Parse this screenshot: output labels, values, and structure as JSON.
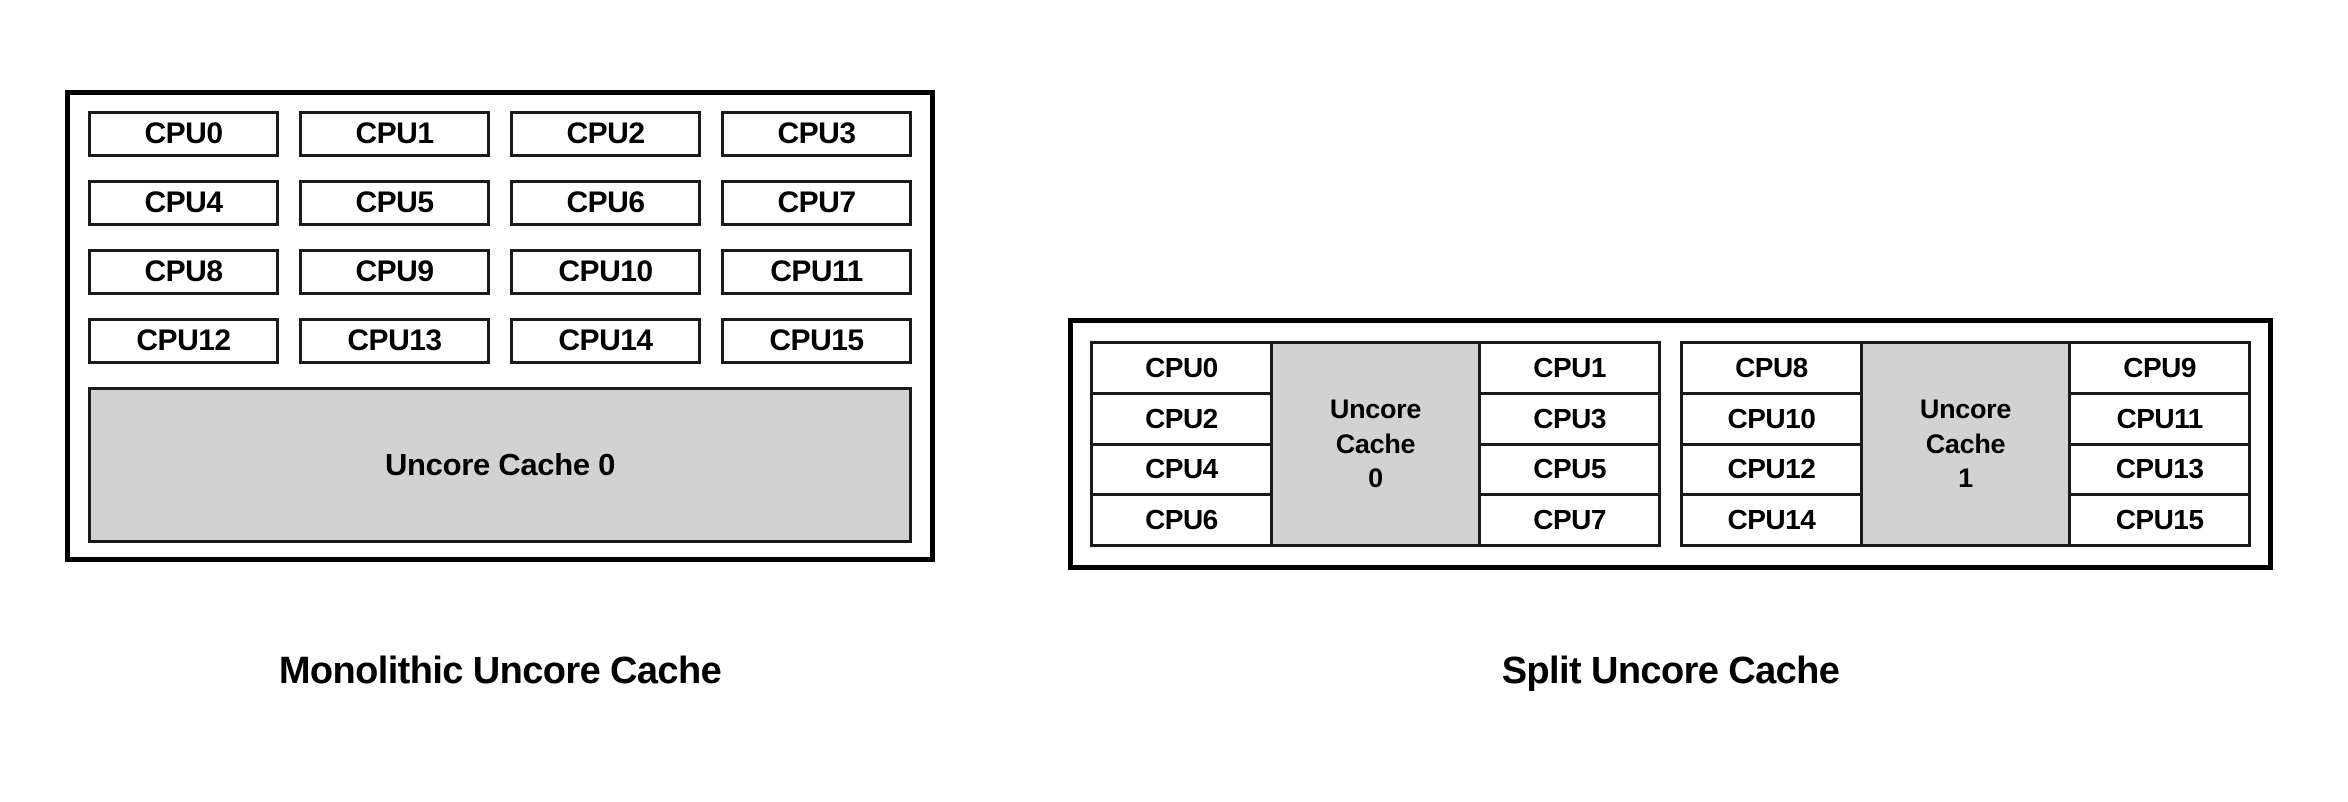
{
  "diagram": {
    "title_colors": {
      "cache_fill": "#d2d2d2",
      "cell_fill": "#ffffff",
      "border": "#000000",
      "text": "#000000"
    }
  },
  "monolithic": {
    "caption": "Monolithic Uncore Cache",
    "cpu_rows": [
      [
        "CPU0",
        "CPU1",
        "CPU2",
        "CPU3"
      ],
      [
        "CPU4",
        "CPU5",
        "CPU6",
        "CPU7"
      ],
      [
        "CPU8",
        "CPU9",
        "CPU10",
        "CPU11"
      ],
      [
        "CPU12",
        "CPU13",
        "CPU14",
        "CPU15"
      ]
    ],
    "cache_label": "Uncore Cache 0"
  },
  "split": {
    "caption": "Split Uncore Cache",
    "groups": [
      {
        "left_column": [
          "CPU0",
          "CPU2",
          "CPU4",
          "CPU6"
        ],
        "cache_line1": "Uncore",
        "cache_line2": "Cache",
        "cache_line3": "0",
        "right_column": [
          "CPU1",
          "CPU3",
          "CPU5",
          "CPU7"
        ]
      },
      {
        "left_column": [
          "CPU8",
          "CPU10",
          "CPU12",
          "CPU14"
        ],
        "cache_line1": "Uncore",
        "cache_line2": "Cache",
        "cache_line3": "1",
        "right_column": [
          "CPU9",
          "CPU11",
          "CPU13",
          "CPU15"
        ]
      }
    ]
  }
}
